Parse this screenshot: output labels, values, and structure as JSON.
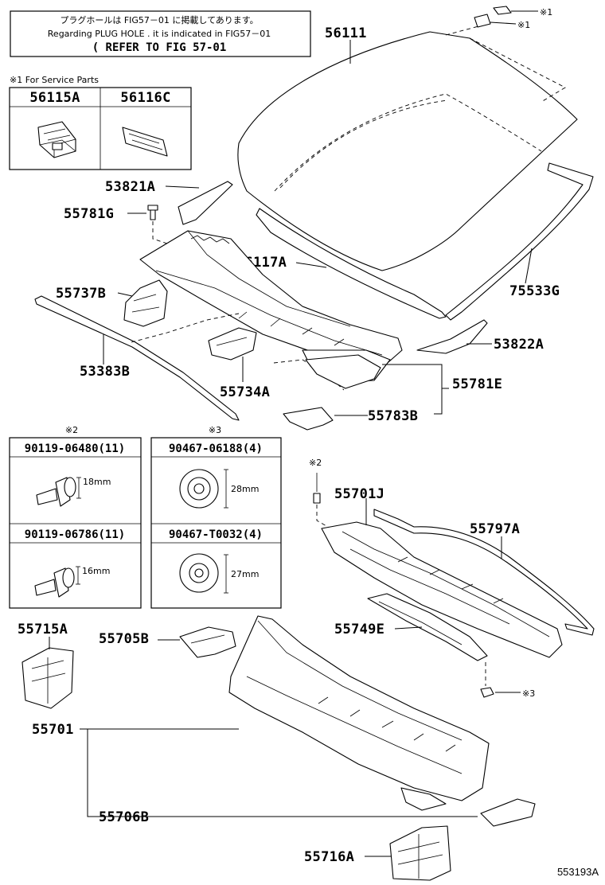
{
  "note_box": {
    "line_ja": "プラグホールは FIG57－01 に掲載してあります。",
    "line_en": "Regarding  PLUG HOLE . it is indicated in FIG57－01",
    "line_ref": "( REFER TO FIG 57-01"
  },
  "service_parts": {
    "title": "※1 For Service Parts",
    "col1": "56115A",
    "col2": "56116C"
  },
  "marks": {
    "m1": "※1",
    "m2": "※2",
    "m3": "※3"
  },
  "parts": {
    "p56111": "56111",
    "p53821A": "53821A",
    "p55781G": "55781G",
    "p56117A": "56117A",
    "p75533G": "75533G",
    "p55737B": "55737B",
    "p53822A": "53822A",
    "p53383B": "53383B",
    "p55734A": "55734A",
    "p55781E": "55781E",
    "p55783B": "55783B",
    "p55701J": "55701J",
    "p55797A": "55797A",
    "p55749E": "55749E",
    "p55715A": "55715A",
    "p55705B": "55705B",
    "p55701": "55701",
    "p55706B": "55706B",
    "p55716A": "55716A"
  },
  "fasteners": {
    "f1": {
      "part": "90119-06480(11)",
      "dim": "18mm"
    },
    "f2": {
      "part": "90467-06188(4)",
      "dim": "28mm"
    },
    "f3": {
      "part": "90119-06786(11)",
      "dim": "16mm"
    },
    "f4": {
      "part": "90467-T0032(4)",
      "dim": "27mm"
    }
  },
  "figure_ref": "553193A"
}
